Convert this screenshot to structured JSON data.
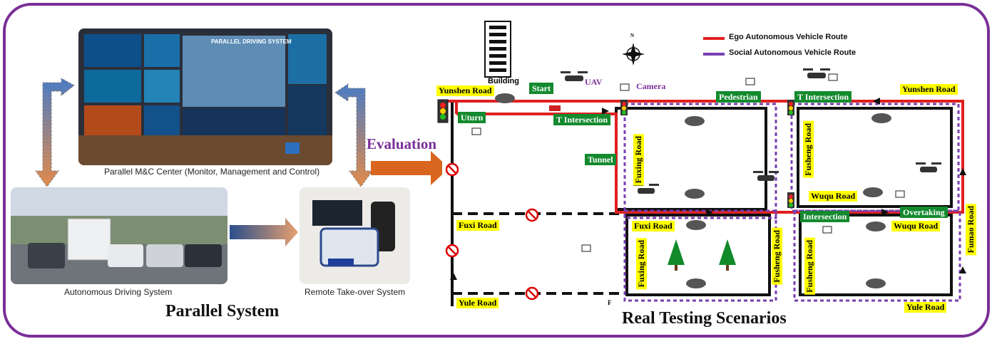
{
  "colors": {
    "frame": "#7a2f98",
    "ego_route": "#e02020",
    "social_route": "#7a3fb0",
    "road_label_bg": "#ffff00",
    "event_label_bg": "#138a2e",
    "evaluation_text": "#7a2f98",
    "arrow": "#d9661f"
  },
  "left": {
    "center_caption": "Parallel M&C Center (Monitor, Management and Control)",
    "screen_title": "PARALLEL DRIVING SYSTEM",
    "ads_caption": "Autonomous  Driving System",
    "rto_caption": "Remote Take-over System",
    "title": "Parallel System"
  },
  "evaluation": "Evaluation",
  "right": {
    "title": "Real Testing Scenarios",
    "legend": {
      "ego": "Ego Autonomous Vehicle Route",
      "social": "Social Autonomous Vehicle Route"
    },
    "markers": {
      "building": "Building",
      "uav": "UAV",
      "camera": "Camera",
      "compass": "N"
    },
    "events": {
      "start": "Start",
      "uturn": "Uturn",
      "t_intersection_1": "T Intersection",
      "tunnel": "Tunnel",
      "pedestrian": "Pedestrian",
      "t_intersection_2": "T Intersection",
      "intersection": "Intersection",
      "overtaking": "Overtaking"
    },
    "roads": {
      "yunshen_left": "Yunshen Road",
      "yunshen_right": "Yunshen Road",
      "fuxi_left": "Fuxi Road",
      "fuxi_block": "Fuxi Road",
      "yule_left": "Yule Road",
      "yule_right": "Yule Road",
      "fuxing_upper": "Fuxing Road",
      "fuxing_lower": "Fuxing Road",
      "fusheng_upper": "Fusheng Road",
      "fusheng_mid": "Fusheng Road",
      "fusheng_lower": "Fusheng Road",
      "wuqu_upper": "Wuqu Road",
      "wuqu_lower": "Wuqu Road",
      "fumao": "Fumao Road",
      "f_mark": "F"
    }
  }
}
